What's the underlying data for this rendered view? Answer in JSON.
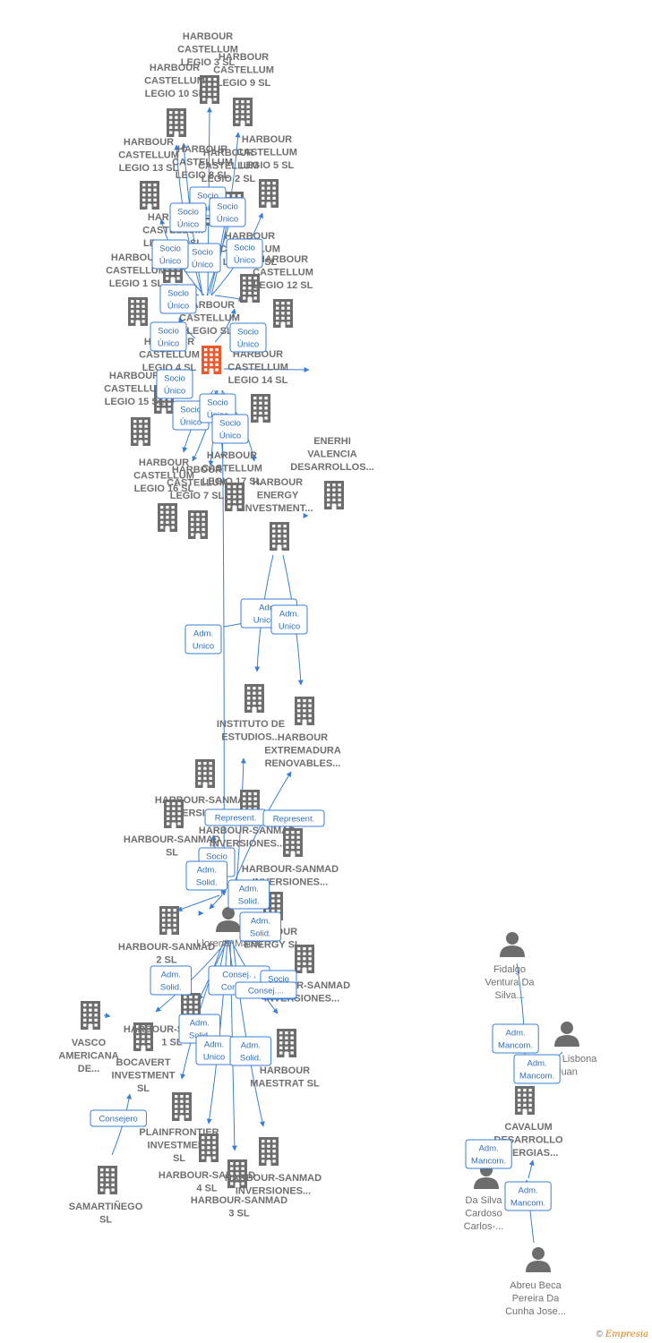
{
  "colors": {
    "building": "#6d6d6d",
    "focus_building": "#f0572a",
    "person": "#6d6d6d",
    "edge": "#3a7fd5",
    "role_text": "#2f6fbf",
    "label_text": "#6f6f6f"
  },
  "nodes": [
    {
      "id": "n_hcl3",
      "label": "HARBOUR CASTELLUM LEGIO 3  SL",
      "type": "company"
    },
    {
      "id": "n_hcl9",
      "label": "HARBOUR CASTELLUM LEGIO 9  SL",
      "type": "company"
    },
    {
      "id": "n_hcl10",
      "label": "HARBOUR CASTELLUM LEGIO 10  SL",
      "type": "company"
    },
    {
      "id": "n_hcl13",
      "label": "HARBOUR CASTELLUM LEGIO 13  SL",
      "type": "company"
    },
    {
      "id": "n_hcl8",
      "label": "HARBOUR CASTELLUM LEGIO 8  SL",
      "type": "company"
    },
    {
      "id": "n_hcl2",
      "label": "HARBOUR CASTELLUM LEGIO 2  SL",
      "type": "company"
    },
    {
      "id": "n_hcl5",
      "label": "HARBOUR CASTELLUM LEGIO 5  SL",
      "type": "company"
    },
    {
      "id": "n_hcl11",
      "label": "HARBOUR CASTELLUM LEGIO 11  SL",
      "type": "company"
    },
    {
      "id": "n_hcl1",
      "label": "HARBOUR CASTELLUM LEGIO 1  SL",
      "type": "company"
    },
    {
      "id": "n_hcl6",
      "label": "HARBOUR CASTELLUM LEGIO 6  SL",
      "type": "company"
    },
    {
      "id": "n_hcl12",
      "label": "HARBOUR CASTELLUM LEGIO 12  SL",
      "type": "company"
    },
    {
      "id": "n_focus",
      "label": "HARBOUR CASTELLUM LEGIO  SL",
      "type": "focus"
    },
    {
      "id": "n_hcl4",
      "label": "HARBOUR CASTELLUM LEGIO 4  SL",
      "type": "company"
    },
    {
      "id": "n_hcl14",
      "label": "HARBOUR CASTELLUM LEGIO 14  SL",
      "type": "company"
    },
    {
      "id": "n_hcl15",
      "label": "HARBOUR CASTELLUM LEGIO 15  SL",
      "type": "company"
    },
    {
      "id": "n_hcl17",
      "label": "HARBOUR CASTELLUM LEGIO 17  SL",
      "type": "company"
    },
    {
      "id": "n_hcl16",
      "label": "HARBOUR CASTELLUM LEGIO 16  SL",
      "type": "company"
    },
    {
      "id": "n_hcl7",
      "label": "HARBOUR CASTELLUM LEGIO 7  SL",
      "type": "company"
    },
    {
      "id": "n_enerhi",
      "label": "ENERHI VALENCIA DESARROLLOS...",
      "type": "company"
    },
    {
      "id": "n_hei",
      "label": "HARBOUR ENERGY INVESTMENT...",
      "type": "company"
    },
    {
      "id": "n_instituto",
      "label": "INSTITUTO DE ESTUDIOS...",
      "type": "company"
    },
    {
      "id": "n_extremadura",
      "label": "HARBOUR EXTREMADURA RENOVABLES...",
      "type": "company"
    },
    {
      "id": "n_hsi1",
      "label": "HARBOUR-SANMAD INVERSIONES...",
      "type": "company"
    },
    {
      "id": "n_hs",
      "label": "HARBOUR-SANMAD  SL",
      "type": "company"
    },
    {
      "id": "n_hsi2",
      "label": "HARBOUR-SANMAD INVERSIONES...",
      "type": "company"
    },
    {
      "id": "n_hsi3",
      "label": "HARBOUR-SANMAD INVERSIONES...",
      "type": "company"
    },
    {
      "id": "n_hs2",
      "label": "HARBOUR-SANMAD 2  SL",
      "type": "company"
    },
    {
      "id": "n_llorente",
      "label": "Llorente Mateu",
      "type": "person"
    },
    {
      "id": "n_he",
      "label": "HARBOUR ENERGY  SL",
      "type": "company"
    },
    {
      "id": "n_hsi4",
      "label": "HARBOUR-SANMAD INVERSIONES...",
      "type": "company"
    },
    {
      "id": "n_vasco",
      "label": "VASCO AMERICANA DE...",
      "type": "company"
    },
    {
      "id": "n_bocavert",
      "label": "BOCAVERT INVESTMENT  SL",
      "type": "company"
    },
    {
      "id": "n_hs1",
      "label": "HARBOUR-SANMAD 1  SL",
      "type": "company"
    },
    {
      "id": "n_maestrat",
      "label": "HARBOUR MAESTRAT  SL",
      "type": "company"
    },
    {
      "id": "n_plainfrontier",
      "label": "PLAINFRONTIER INVESTMENT  SL",
      "type": "company"
    },
    {
      "id": "n_hs4",
      "label": "HARBOUR-SANMAD 4  SL",
      "type": "company"
    },
    {
      "id": "n_hs3",
      "label": "HARBOUR-SANMAD 3  SL",
      "type": "company"
    },
    {
      "id": "n_hsi5",
      "label": "HARBOUR-SANMAD INVERSIONES...",
      "type": "company"
    },
    {
      "id": "n_samartinego",
      "label": "SAMARTIÑEGO  SL",
      "type": "company"
    },
    {
      "id": "n_fidalgo",
      "label": "Fidalgo Ventura Da Silva...",
      "type": "person"
    },
    {
      "id": "n_aduy",
      "label": "Aduy Lisbona Juan",
      "type": "person"
    },
    {
      "id": "n_cavalum",
      "label": "CAVALUM DESARROLLO ENERGIAS...",
      "type": "company"
    },
    {
      "id": "n_dasilva",
      "label": "Da Silva Cardoso Carlos-...",
      "type": "person"
    },
    {
      "id": "n_abreu",
      "label": "Abreu Beca Pereira Da Cunha Jose...",
      "type": "person"
    }
  ],
  "roles": [
    {
      "id": "r1",
      "label": "Socio Único"
    },
    {
      "id": "r2",
      "label": "Socio Único"
    },
    {
      "id": "r3",
      "label": "Socio Único"
    },
    {
      "id": "r4",
      "label": "Socio Único"
    },
    {
      "id": "r5",
      "label": "Socio Único"
    },
    {
      "id": "r6",
      "label": "Socio Único"
    },
    {
      "id": "r7",
      "label": "Socio Único"
    },
    {
      "id": "r8",
      "label": "Socio Único"
    },
    {
      "id": "r9",
      "label": "Socio Único"
    },
    {
      "id": "r10",
      "label": "Socio Único"
    },
    {
      "id": "r11",
      "label": "Socio Único"
    },
    {
      "id": "r12",
      "label": "Socio Único"
    },
    {
      "id": "r13",
      "label": "Socio Único"
    },
    {
      "id": "r14",
      "label": "Adm. Unico,..."
    },
    {
      "id": "r15",
      "label": "Adm. Unico"
    },
    {
      "id": "r16",
      "label": "Adm. Unico"
    },
    {
      "id": "r17",
      "label": "Represent."
    },
    {
      "id": "r18",
      "label": "Represent."
    },
    {
      "id": "r19",
      "label": "Socio Único"
    },
    {
      "id": "r20",
      "label": "Adm. Solid."
    },
    {
      "id": "r21",
      "label": "Adm. Solid."
    },
    {
      "id": "r22",
      "label": "Adm. Solid."
    },
    {
      "id": "r23",
      "label": "Adm. Solid."
    },
    {
      "id": "r24",
      "label": "Consej. , Consej...."
    },
    {
      "id": "r25",
      "label": "Socio Único"
    },
    {
      "id": "r26",
      "label": "Consej...."
    },
    {
      "id": "r27",
      "label": "Adm. Solid."
    },
    {
      "id": "r28",
      "label": "Adm. Unico"
    },
    {
      "id": "r29",
      "label": "Adm. Solid."
    },
    {
      "id": "r30",
      "label": "Consejero"
    },
    {
      "id": "r31",
      "label": "Adm. Mancom."
    },
    {
      "id": "r32",
      "label": "Adm. Mancom."
    },
    {
      "id": "r33",
      "label": "Adm. Mancom."
    },
    {
      "id": "r34",
      "label": "Adm. Mancom."
    }
  ],
  "footer": {
    "copyright": "©",
    "brand": "Empresia"
  }
}
